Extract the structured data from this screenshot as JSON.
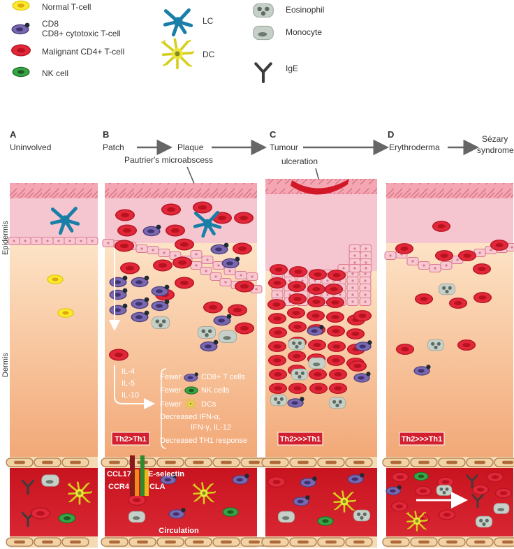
{
  "legend": {
    "normal_tcell": "Normal T-cell",
    "cd8_abbrev": "CD8",
    "cd8_full": "CD8+ cytotoxic T-cell",
    "malignant": "Malignant CD4+ T-cell",
    "nk": "NK cell",
    "lc": "LC",
    "dc": "DC",
    "eosinophil": "Eosinophil",
    "monocyte": "Monocyte",
    "ige": "IgE"
  },
  "side_labels": {
    "epidermis": "Epidermis",
    "dermis": "Dermis"
  },
  "panels": {
    "a": {
      "letter": "A",
      "title": "Uninvolved"
    },
    "b": {
      "letter": "B",
      "stage1": "Patch",
      "stage2": "Plaque",
      "note": "Pautrier's microabscess",
      "cytokines": [
        "IL-4",
        "IL-5",
        "IL-10"
      ],
      "fewer": "Fewer",
      "fewer_cd8": "CD8+ T cells",
      "fewer_nk": "NK cells",
      "fewer_dc": "DCs",
      "decreased_line1": "Decreased IFN-α,",
      "decreased_line2": "IFN-γ, IL-12",
      "decreased_th1": "Decreased TH1 response",
      "ratio": "Th2>Th1",
      "ccl17": "CCL17",
      "ccr4": "CCR4",
      "eselectin": "E-selectin",
      "cla": "CLA",
      "circulation": "Circulation"
    },
    "c": {
      "letter": "C",
      "title": "Tumour",
      "note": "ulceration",
      "ratio": "Th2>>>Th1"
    },
    "d": {
      "letter": "D",
      "title": "Erythroderma",
      "final_line1": "Sézary",
      "final_line2": "syndrome",
      "ratio": "Th2>>>Th1"
    }
  },
  "colors": {
    "malignant": "#e0283a",
    "cd8": "#6a5a9e",
    "normal": "#f4e21a",
    "nk": "#2f9a3a",
    "lc": "#1a7fa8",
    "dc": "#e9e335",
    "eosinophil": "#b8c2b8",
    "blood": "#cc1a24",
    "ratio_bg": "#d2202f"
  },
  "icons": {
    "lc": "langerhans-cell-icon",
    "dc": "dendritic-cell-icon",
    "ige": "ige-antibody-icon"
  }
}
